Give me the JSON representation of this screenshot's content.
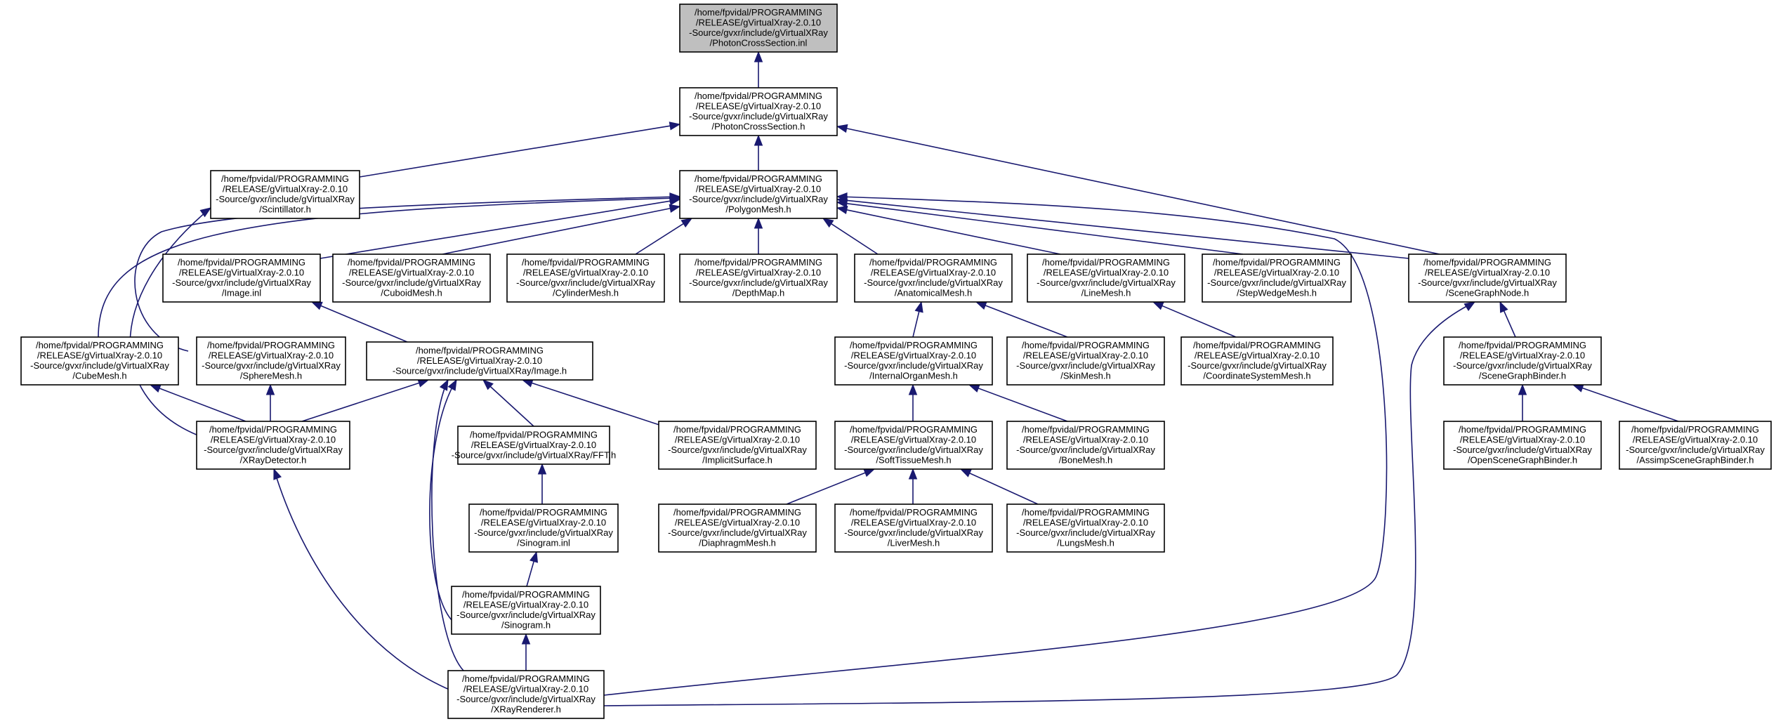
{
  "diagram": {
    "nodes": [
      {
        "id": "pcs_inl",
        "highlight": true,
        "lines": [
          "/home/fpvidal/PROGRAMMING",
          "/RELEASE/gVirtualXray-2.0.10",
          "-Source/gvxr/include/gVirtualXRay",
          "/PhotonCrossSection.inl"
        ]
      },
      {
        "id": "pcs_h",
        "lines": [
          "/home/fpvidal/PROGRAMMING",
          "/RELEASE/gVirtualXray-2.0.10",
          "-Source/gvxr/include/gVirtualXRay",
          "/PhotonCrossSection.h"
        ]
      },
      {
        "id": "scint",
        "lines": [
          "/home/fpvidal/PROGRAMMING",
          "/RELEASE/gVirtualXray-2.0.10",
          "-Source/gvxr/include/gVirtualXRay",
          "/Scintillator.h"
        ]
      },
      {
        "id": "poly",
        "lines": [
          "/home/fpvidal/PROGRAMMING",
          "/RELEASE/gVirtualXray-2.0.10",
          "-Source/gvxr/include/gVirtualXRay",
          "/PolygonMesh.h"
        ]
      },
      {
        "id": "image_inl",
        "lines": [
          "/home/fpvidal/PROGRAMMING",
          "/RELEASE/gVirtualXray-2.0.10",
          "-Source/gvxr/include/gVirtualXRay",
          "/Image.inl"
        ]
      },
      {
        "id": "cuboid",
        "lines": [
          "/home/fpvidal/PROGRAMMING",
          "/RELEASE/gVirtualXray-2.0.10",
          "-Source/gvxr/include/gVirtualXRay",
          "/CuboidMesh.h"
        ]
      },
      {
        "id": "cylinder",
        "lines": [
          "/home/fpvidal/PROGRAMMING",
          "/RELEASE/gVirtualXray-2.0.10",
          "-Source/gvxr/include/gVirtualXRay",
          "/CylinderMesh.h"
        ]
      },
      {
        "id": "depth",
        "lines": [
          "/home/fpvidal/PROGRAMMING",
          "/RELEASE/gVirtualXray-2.0.10",
          "-Source/gvxr/include/gVirtualXRay",
          "/DepthMap.h"
        ]
      },
      {
        "id": "anat",
        "lines": [
          "/home/fpvidal/PROGRAMMING",
          "/RELEASE/gVirtualXray-2.0.10",
          "-Source/gvxr/include/gVirtualXRay",
          "/AnatomicalMesh.h"
        ]
      },
      {
        "id": "line",
        "lines": [
          "/home/fpvidal/PROGRAMMING",
          "/RELEASE/gVirtualXray-2.0.10",
          "-Source/gvxr/include/gVirtualXRay",
          "/LineMesh.h"
        ]
      },
      {
        "id": "step",
        "lines": [
          "/home/fpvidal/PROGRAMMING",
          "/RELEASE/gVirtualXray-2.0.10",
          "-Source/gvxr/include/gVirtualXRay",
          "/StepWedgeMesh.h"
        ]
      },
      {
        "id": "sgnode",
        "lines": [
          "/home/fpvidal/PROGRAMMING",
          "/RELEASE/gVirtualXray-2.0.10",
          "-Source/gvxr/include/gVirtualXRay",
          "/SceneGraphNode.h"
        ]
      },
      {
        "id": "cube",
        "lines": [
          "/home/fpvidal/PROGRAMMING",
          "/RELEASE/gVirtualXray-2.0.10",
          "-Source/gvxr/include/gVirtualXRay",
          "/CubeMesh.h"
        ]
      },
      {
        "id": "sphere",
        "lines": [
          "/home/fpvidal/PROGRAMMING",
          "/RELEASE/gVirtualXray-2.0.10",
          "-Source/gvxr/include/gVirtualXRay",
          "/SphereMesh.h"
        ]
      },
      {
        "id": "image_h",
        "lines": [
          "/home/fpvidal/PROGRAMMING",
          "/RELEASE/gVirtualXray-2.0.10",
          "-Source/gvxr/include/gVirtualXRay/Image.h"
        ]
      },
      {
        "id": "internal",
        "lines": [
          "/home/fpvidal/PROGRAMMING",
          "/RELEASE/gVirtualXray-2.0.10",
          "-Source/gvxr/include/gVirtualXRay",
          "/InternalOrganMesh.h"
        ]
      },
      {
        "id": "skin",
        "lines": [
          "/home/fpvidal/PROGRAMMING",
          "/RELEASE/gVirtualXray-2.0.10",
          "-Source/gvxr/include/gVirtualXRay",
          "/SkinMesh.h"
        ]
      },
      {
        "id": "coord",
        "lines": [
          "/home/fpvidal/PROGRAMMING",
          "/RELEASE/gVirtualXray-2.0.10",
          "-Source/gvxr/include/gVirtualXRay",
          "/CoordinateSystemMesh.h"
        ]
      },
      {
        "id": "sgbinder",
        "lines": [
          "/home/fpvidal/PROGRAMMING",
          "/RELEASE/gVirtualXray-2.0.10",
          "-Source/gvxr/include/gVirtualXRay",
          "/SceneGraphBinder.h"
        ]
      },
      {
        "id": "xraydet",
        "lines": [
          "/home/fpvidal/PROGRAMMING",
          "/RELEASE/gVirtualXray-2.0.10",
          "-Source/gvxr/include/gVirtualXRay",
          "/XRayDetector.h"
        ]
      },
      {
        "id": "fft",
        "lines": [
          "/home/fpvidal/PROGRAMMING",
          "/RELEASE/gVirtualXray-2.0.10",
          "-Source/gvxr/include/gVirtualXRay/FFT.h"
        ]
      },
      {
        "id": "implicit",
        "lines": [
          "/home/fpvidal/PROGRAMMING",
          "/RELEASE/gVirtualXray-2.0.10",
          "-Source/gvxr/include/gVirtualXRay",
          "/ImplicitSurface.h"
        ]
      },
      {
        "id": "soft",
        "lines": [
          "/home/fpvidal/PROGRAMMING",
          "/RELEASE/gVirtualXray-2.0.10",
          "-Source/gvxr/include/gVirtualXRay",
          "/SoftTissueMesh.h"
        ]
      },
      {
        "id": "bone",
        "lines": [
          "/home/fpvidal/PROGRAMMING",
          "/RELEASE/gVirtualXray-2.0.10",
          "-Source/gvxr/include/gVirtualXRay",
          "/BoneMesh.h"
        ]
      },
      {
        "id": "osg",
        "lines": [
          "/home/fpvidal/PROGRAMMING",
          "/RELEASE/gVirtualXray-2.0.10",
          "-Source/gvxr/include/gVirtualXRay",
          "/OpenSceneGraphBinder.h"
        ]
      },
      {
        "id": "assimp",
        "lines": [
          "/home/fpvidal/PROGRAMMING",
          "/RELEASE/gVirtualXray-2.0.10",
          "-Source/gvxr/include/gVirtualXRay",
          "/AssimpSceneGraphBinder.h"
        ]
      },
      {
        "id": "sino_inl",
        "lines": [
          "/home/fpvidal/PROGRAMMING",
          "/RELEASE/gVirtualXray-2.0.10",
          "-Source/gvxr/include/gVirtualXRay",
          "/Sinogram.inl"
        ]
      },
      {
        "id": "diaphragm",
        "lines": [
          "/home/fpvidal/PROGRAMMING",
          "/RELEASE/gVirtualXray-2.0.10",
          "-Source/gvxr/include/gVirtualXRay",
          "/DiaphragmMesh.h"
        ]
      },
      {
        "id": "liver",
        "lines": [
          "/home/fpvidal/PROGRAMMING",
          "/RELEASE/gVirtualXray-2.0.10",
          "-Source/gvxr/include/gVirtualXRay",
          "/LiverMesh.h"
        ]
      },
      {
        "id": "lungs",
        "lines": [
          "/home/fpvidal/PROGRAMMING",
          "/RELEASE/gVirtualXray-2.0.10",
          "-Source/gvxr/include/gVirtualXRay",
          "/LungsMesh.h"
        ]
      },
      {
        "id": "sino_h",
        "lines": [
          "/home/fpvidal/PROGRAMMING",
          "/RELEASE/gVirtualXray-2.0.10",
          "-Source/gvxr/include/gVirtualXRay",
          "/Sinogram.h"
        ]
      },
      {
        "id": "renderer",
        "lines": [
          "/home/fpvidal/PROGRAMMING",
          "/RELEASE/gVirtualXray-2.0.10",
          "-Source/gvxr/include/gVirtualXRay",
          "/XRayRenderer.h"
        ]
      }
    ],
    "edges": [
      {
        "from": "pcs_h",
        "to": "pcs_inl"
      },
      {
        "from": "scint",
        "to": "pcs_h"
      },
      {
        "from": "poly",
        "to": "pcs_h"
      },
      {
        "from": "sgnode",
        "to": "pcs_h"
      },
      {
        "from": "xraydet",
        "to": "scint"
      },
      {
        "from": "image_inl",
        "to": "poly"
      },
      {
        "from": "cuboid",
        "to": "poly"
      },
      {
        "from": "cylinder",
        "to": "poly"
      },
      {
        "from": "depth",
        "to": "poly"
      },
      {
        "from": "anat",
        "to": "poly"
      },
      {
        "from": "line",
        "to": "poly"
      },
      {
        "from": "step",
        "to": "poly"
      },
      {
        "from": "sgnode",
        "to": "poly"
      },
      {
        "from": "cube",
        "to": "poly"
      },
      {
        "from": "sphere",
        "to": "poly"
      },
      {
        "from": "renderer",
        "to": "poly"
      },
      {
        "from": "image_h",
        "to": "image_inl"
      },
      {
        "from": "internal",
        "to": "anat"
      },
      {
        "from": "skin",
        "to": "anat"
      },
      {
        "from": "coord",
        "to": "line"
      },
      {
        "from": "sgbinder",
        "to": "sgnode"
      },
      {
        "from": "renderer",
        "to": "sgnode"
      },
      {
        "from": "xraydet",
        "to": "cube"
      },
      {
        "from": "xraydet",
        "to": "sphere"
      },
      {
        "from": "xraydet",
        "to": "image_h"
      },
      {
        "from": "fft",
        "to": "image_h"
      },
      {
        "from": "implicit",
        "to": "image_h"
      },
      {
        "from": "sino_h",
        "to": "image_h"
      },
      {
        "from": "renderer",
        "to": "image_h"
      },
      {
        "from": "soft",
        "to": "internal"
      },
      {
        "from": "bone",
        "to": "internal"
      },
      {
        "from": "osg",
        "to": "sgbinder"
      },
      {
        "from": "assimp",
        "to": "sgbinder"
      },
      {
        "from": "renderer",
        "to": "xraydet"
      },
      {
        "from": "sino_inl",
        "to": "fft"
      },
      {
        "from": "diaphragm",
        "to": "soft"
      },
      {
        "from": "liver",
        "to": "soft"
      },
      {
        "from": "lungs",
        "to": "soft"
      },
      {
        "from": "sino_h",
        "to": "sino_inl"
      },
      {
        "from": "renderer",
        "to": "sino_h"
      }
    ],
    "colors": {
      "edge": "#191970",
      "highlight_fill": "#bfbfbf",
      "node_fill": "#ffffff",
      "node_border": "#000000"
    }
  }
}
